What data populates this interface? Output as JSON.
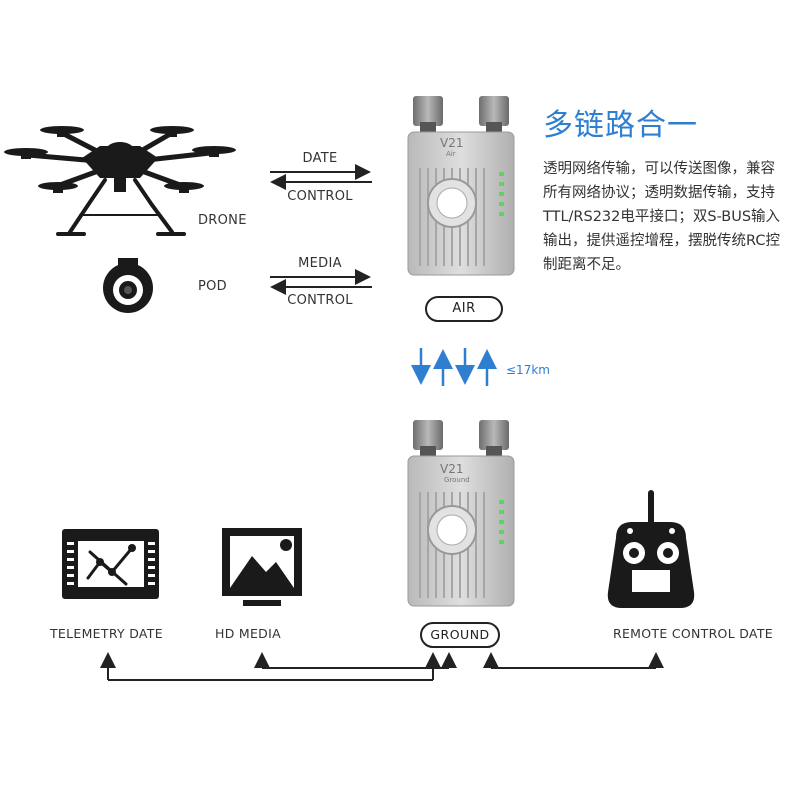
{
  "header": {
    "title": "多链路合一",
    "description": "透明网络传输，可以传送图像，兼容所有网络协议；透明数据传输，支持TTL/RS232电平接口；双S-BUS输入输出，提供遥控增程，摆脱传统RC控制距离不足。"
  },
  "air_side": {
    "drone_label": "DRONE",
    "pod_label": "POD",
    "drone_link": {
      "top": "DATE",
      "bottom": "CONTROL"
    },
    "pod_link": {
      "top": "MEDIA",
      "bottom": "CONTROL"
    },
    "module_badge": "V21",
    "module_sub": "Air",
    "module_label": "AIR"
  },
  "link": {
    "range": "≤17km"
  },
  "ground_side": {
    "module_badge": "V21",
    "module_sub": "Ground",
    "module_label": "GROUND",
    "telemetry_label": "TELEMETRY DATE",
    "hd_media_label": "HD MEDIA",
    "remote_label": "REMOTE CONTROL DATE"
  },
  "colors": {
    "accent": "#2f7fd1",
    "led": "#5fd35f",
    "module": "#c9c9c9"
  }
}
